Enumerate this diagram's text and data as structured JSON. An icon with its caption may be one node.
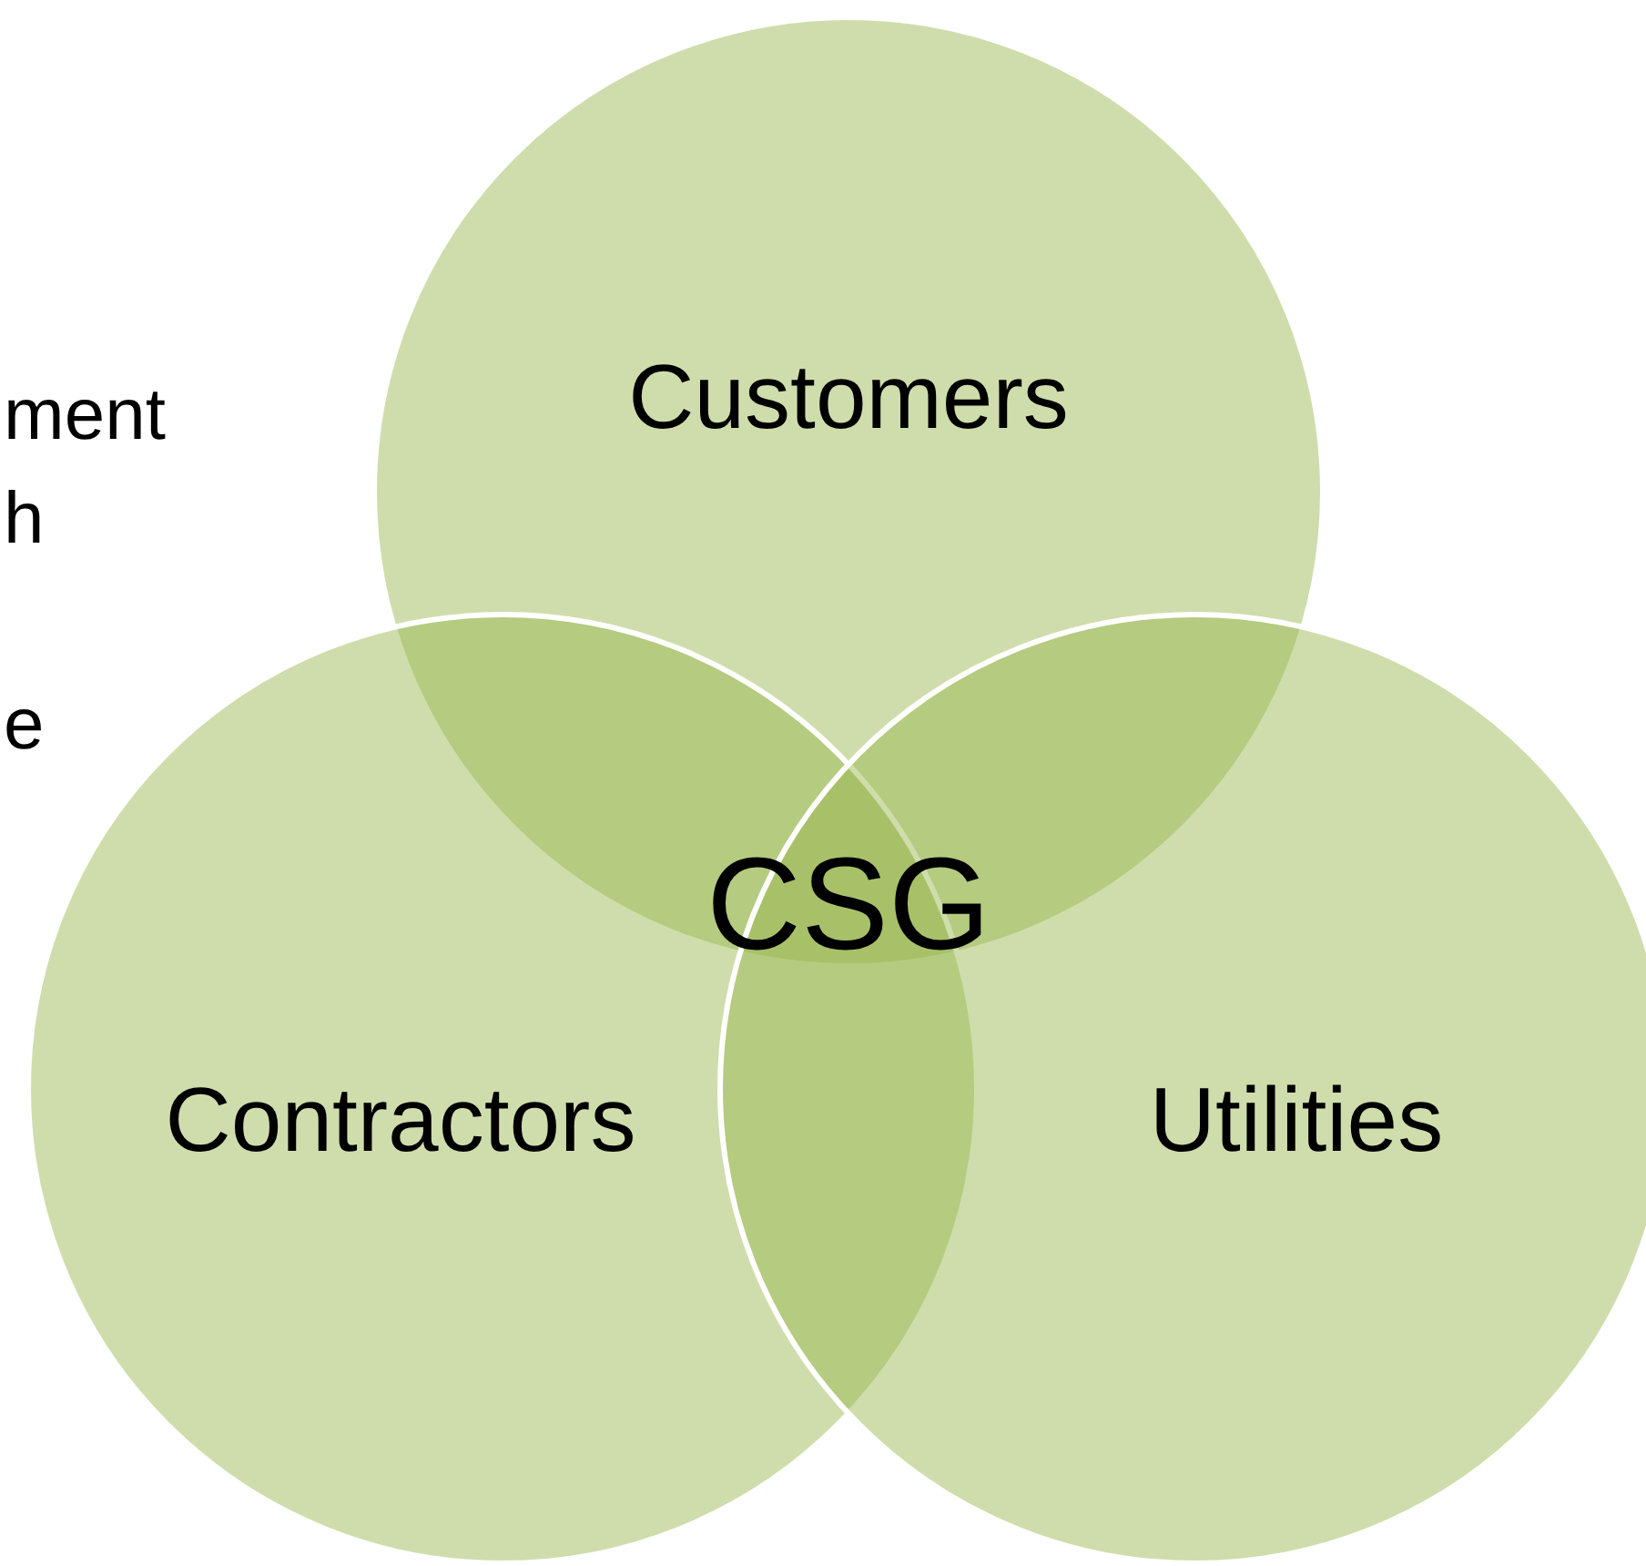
{
  "diagram": {
    "nodes": [
      {
        "text": [
          "Customers"
        ]
      },
      {
        "text": [
          "Contractors"
        ]
      },
      {
        "text": [
          "Utilities"
        ]
      }
    ],
    "labels": [
      "ment",
      "h",
      "e",
      "CSG"
    ]
  }
}
